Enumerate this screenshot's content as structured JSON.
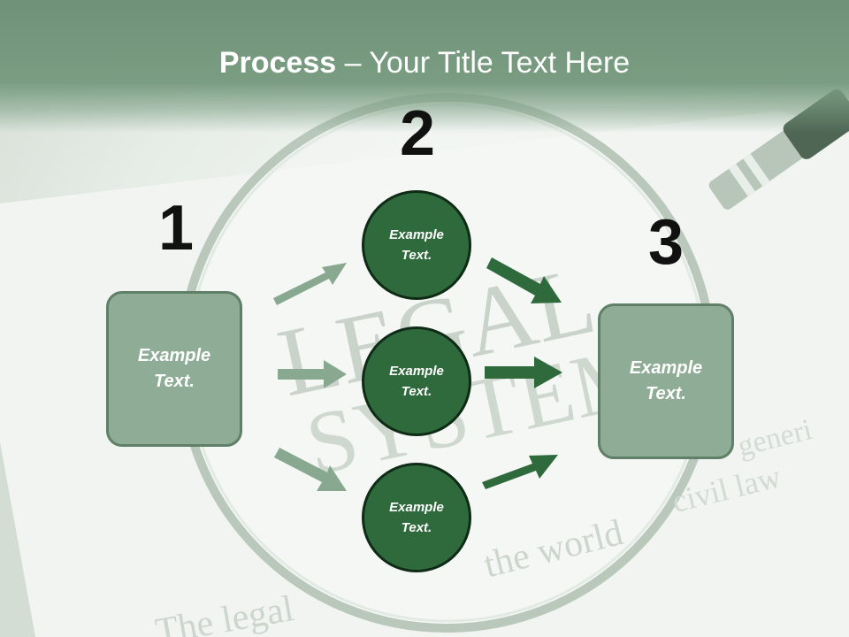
{
  "title": {
    "bold": "Process",
    "rest": " – Your Title Text Here"
  },
  "steps": {
    "one": "1",
    "two": "2",
    "three": "3"
  },
  "left_box": {
    "text": "Example Text."
  },
  "right_box": {
    "text": "Example Text."
  },
  "circles": [
    {
      "text": "Example Text."
    },
    {
      "text": "Example Text."
    },
    {
      "text": "Example Text."
    }
  ],
  "background": {
    "document_text": [
      "LEGAL",
      "SYSTEM",
      "the world",
      "civil law",
      "The legal",
      "generi"
    ]
  },
  "colors": {
    "title_band": "#7a9d82",
    "box_fill": "#8fac96",
    "box_border": "#5f7f67",
    "circle_fill": "#2f6a3c",
    "circle_border": "#0f2b16",
    "light_arrow": "#88a98f",
    "dark_arrow": "#2f6a3c"
  }
}
